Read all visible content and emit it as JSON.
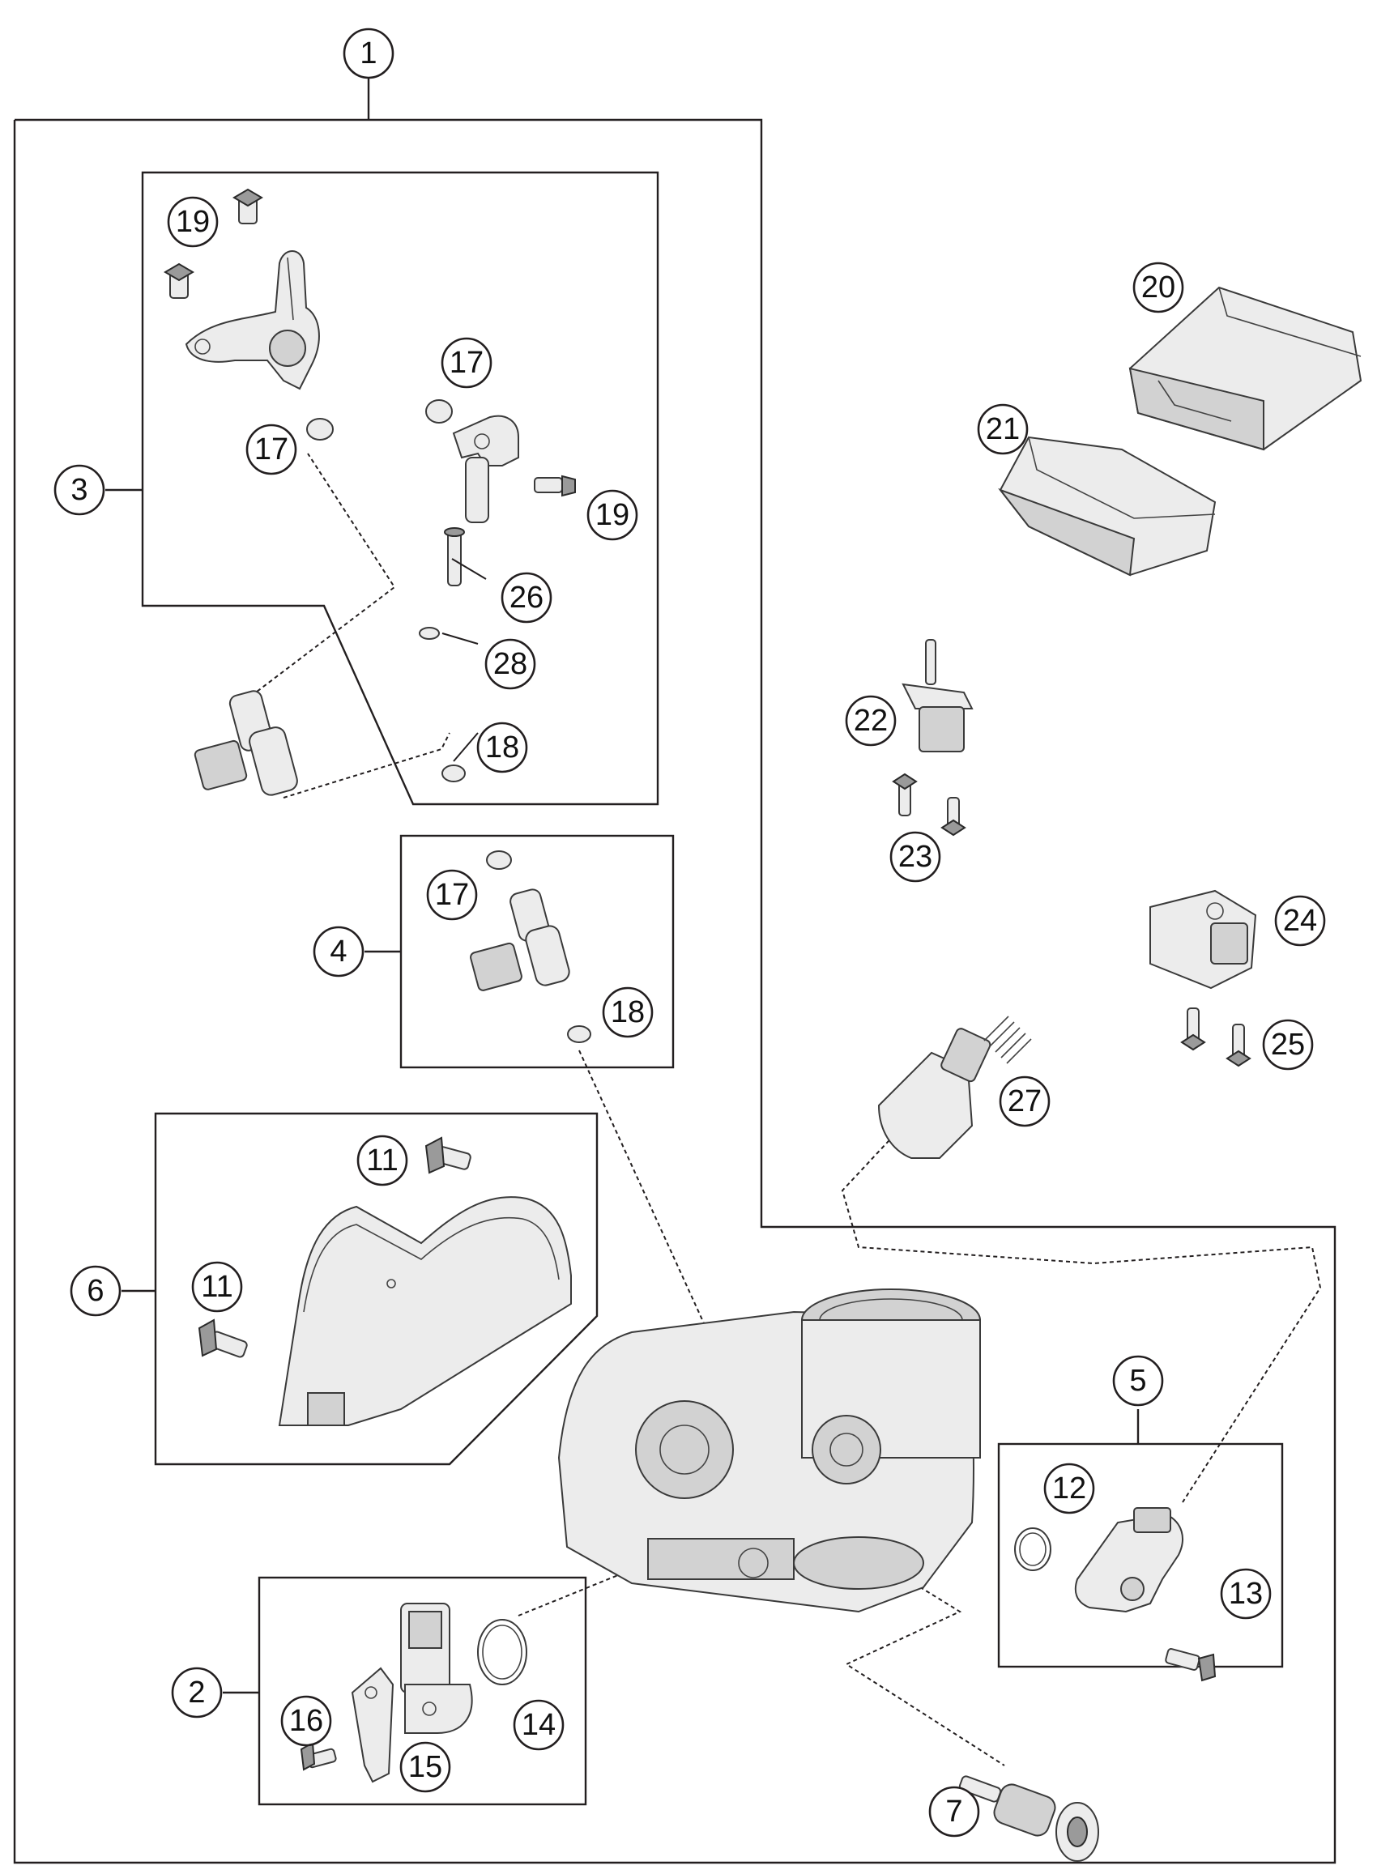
{
  "diagram": {
    "callouts": [
      {
        "id": "c-1",
        "label": "1"
      },
      {
        "id": "c-3",
        "label": "3"
      },
      {
        "id": "c-19a",
        "label": "19"
      },
      {
        "id": "c-17a",
        "label": "17"
      },
      {
        "id": "c-17b",
        "label": "17"
      },
      {
        "id": "c-19b",
        "label": "19"
      },
      {
        "id": "c-26",
        "label": "26"
      },
      {
        "id": "c-28",
        "label": "28"
      },
      {
        "id": "c-18a",
        "label": "18"
      },
      {
        "id": "c-4",
        "label": "4"
      },
      {
        "id": "c-17c",
        "label": "17"
      },
      {
        "id": "c-18b",
        "label": "18"
      },
      {
        "id": "c-6",
        "label": "6"
      },
      {
        "id": "c-11a",
        "label": "11"
      },
      {
        "id": "c-11b",
        "label": "11"
      },
      {
        "id": "c-2",
        "label": "2"
      },
      {
        "id": "c-14",
        "label": "14"
      },
      {
        "id": "c-16",
        "label": "16"
      },
      {
        "id": "c-15",
        "label": "15"
      },
      {
        "id": "c-5",
        "label": "5"
      },
      {
        "id": "c-12",
        "label": "12"
      },
      {
        "id": "c-13",
        "label": "13"
      },
      {
        "id": "c-7",
        "label": "7"
      },
      {
        "id": "c-20",
        "label": "20"
      },
      {
        "id": "c-21",
        "label": "21"
      },
      {
        "id": "c-22",
        "label": "22"
      },
      {
        "id": "c-23",
        "label": "23"
      },
      {
        "id": "c-24",
        "label": "24"
      },
      {
        "id": "c-25",
        "label": "25"
      },
      {
        "id": "c-27",
        "label": "27"
      }
    ]
  }
}
